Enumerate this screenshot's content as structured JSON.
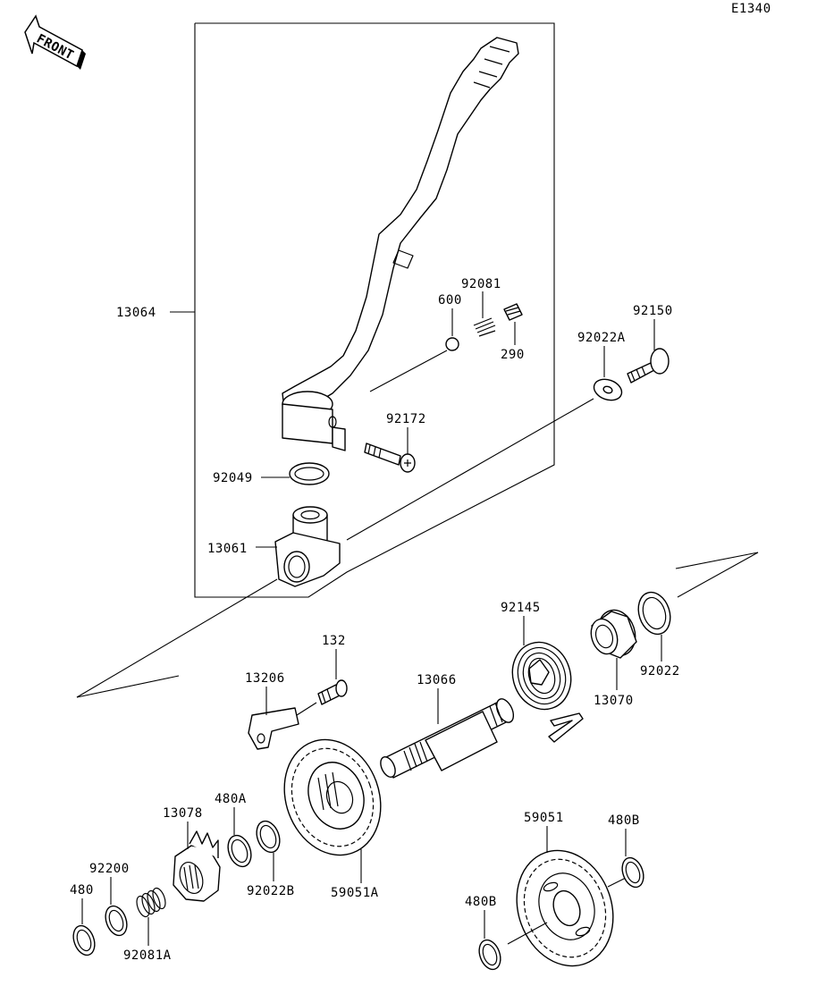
{
  "diagram": {
    "code": "E1340",
    "front_label": "FRONT",
    "parts": {
      "p13064": "13064",
      "p600": "600",
      "p92081": "92081",
      "p290": "290",
      "p92150": "92150",
      "p92022A": "92022A",
      "p92172": "92172",
      "p92049": "92049",
      "p13061": "13061",
      "p92145": "92145",
      "p132": "132",
      "p13206": "13206",
      "p13066": "13066",
      "p92022": "92022",
      "p13070": "13070",
      "p480A": "480A",
      "p13078": "13078",
      "p92022B": "92022B",
      "p59051A": "59051A",
      "p92200": "92200",
      "p480": "480",
      "p92081A": "92081A",
      "p59051": "59051",
      "p480B_top": "480B",
      "p480B_bottom": "480B"
    }
  }
}
